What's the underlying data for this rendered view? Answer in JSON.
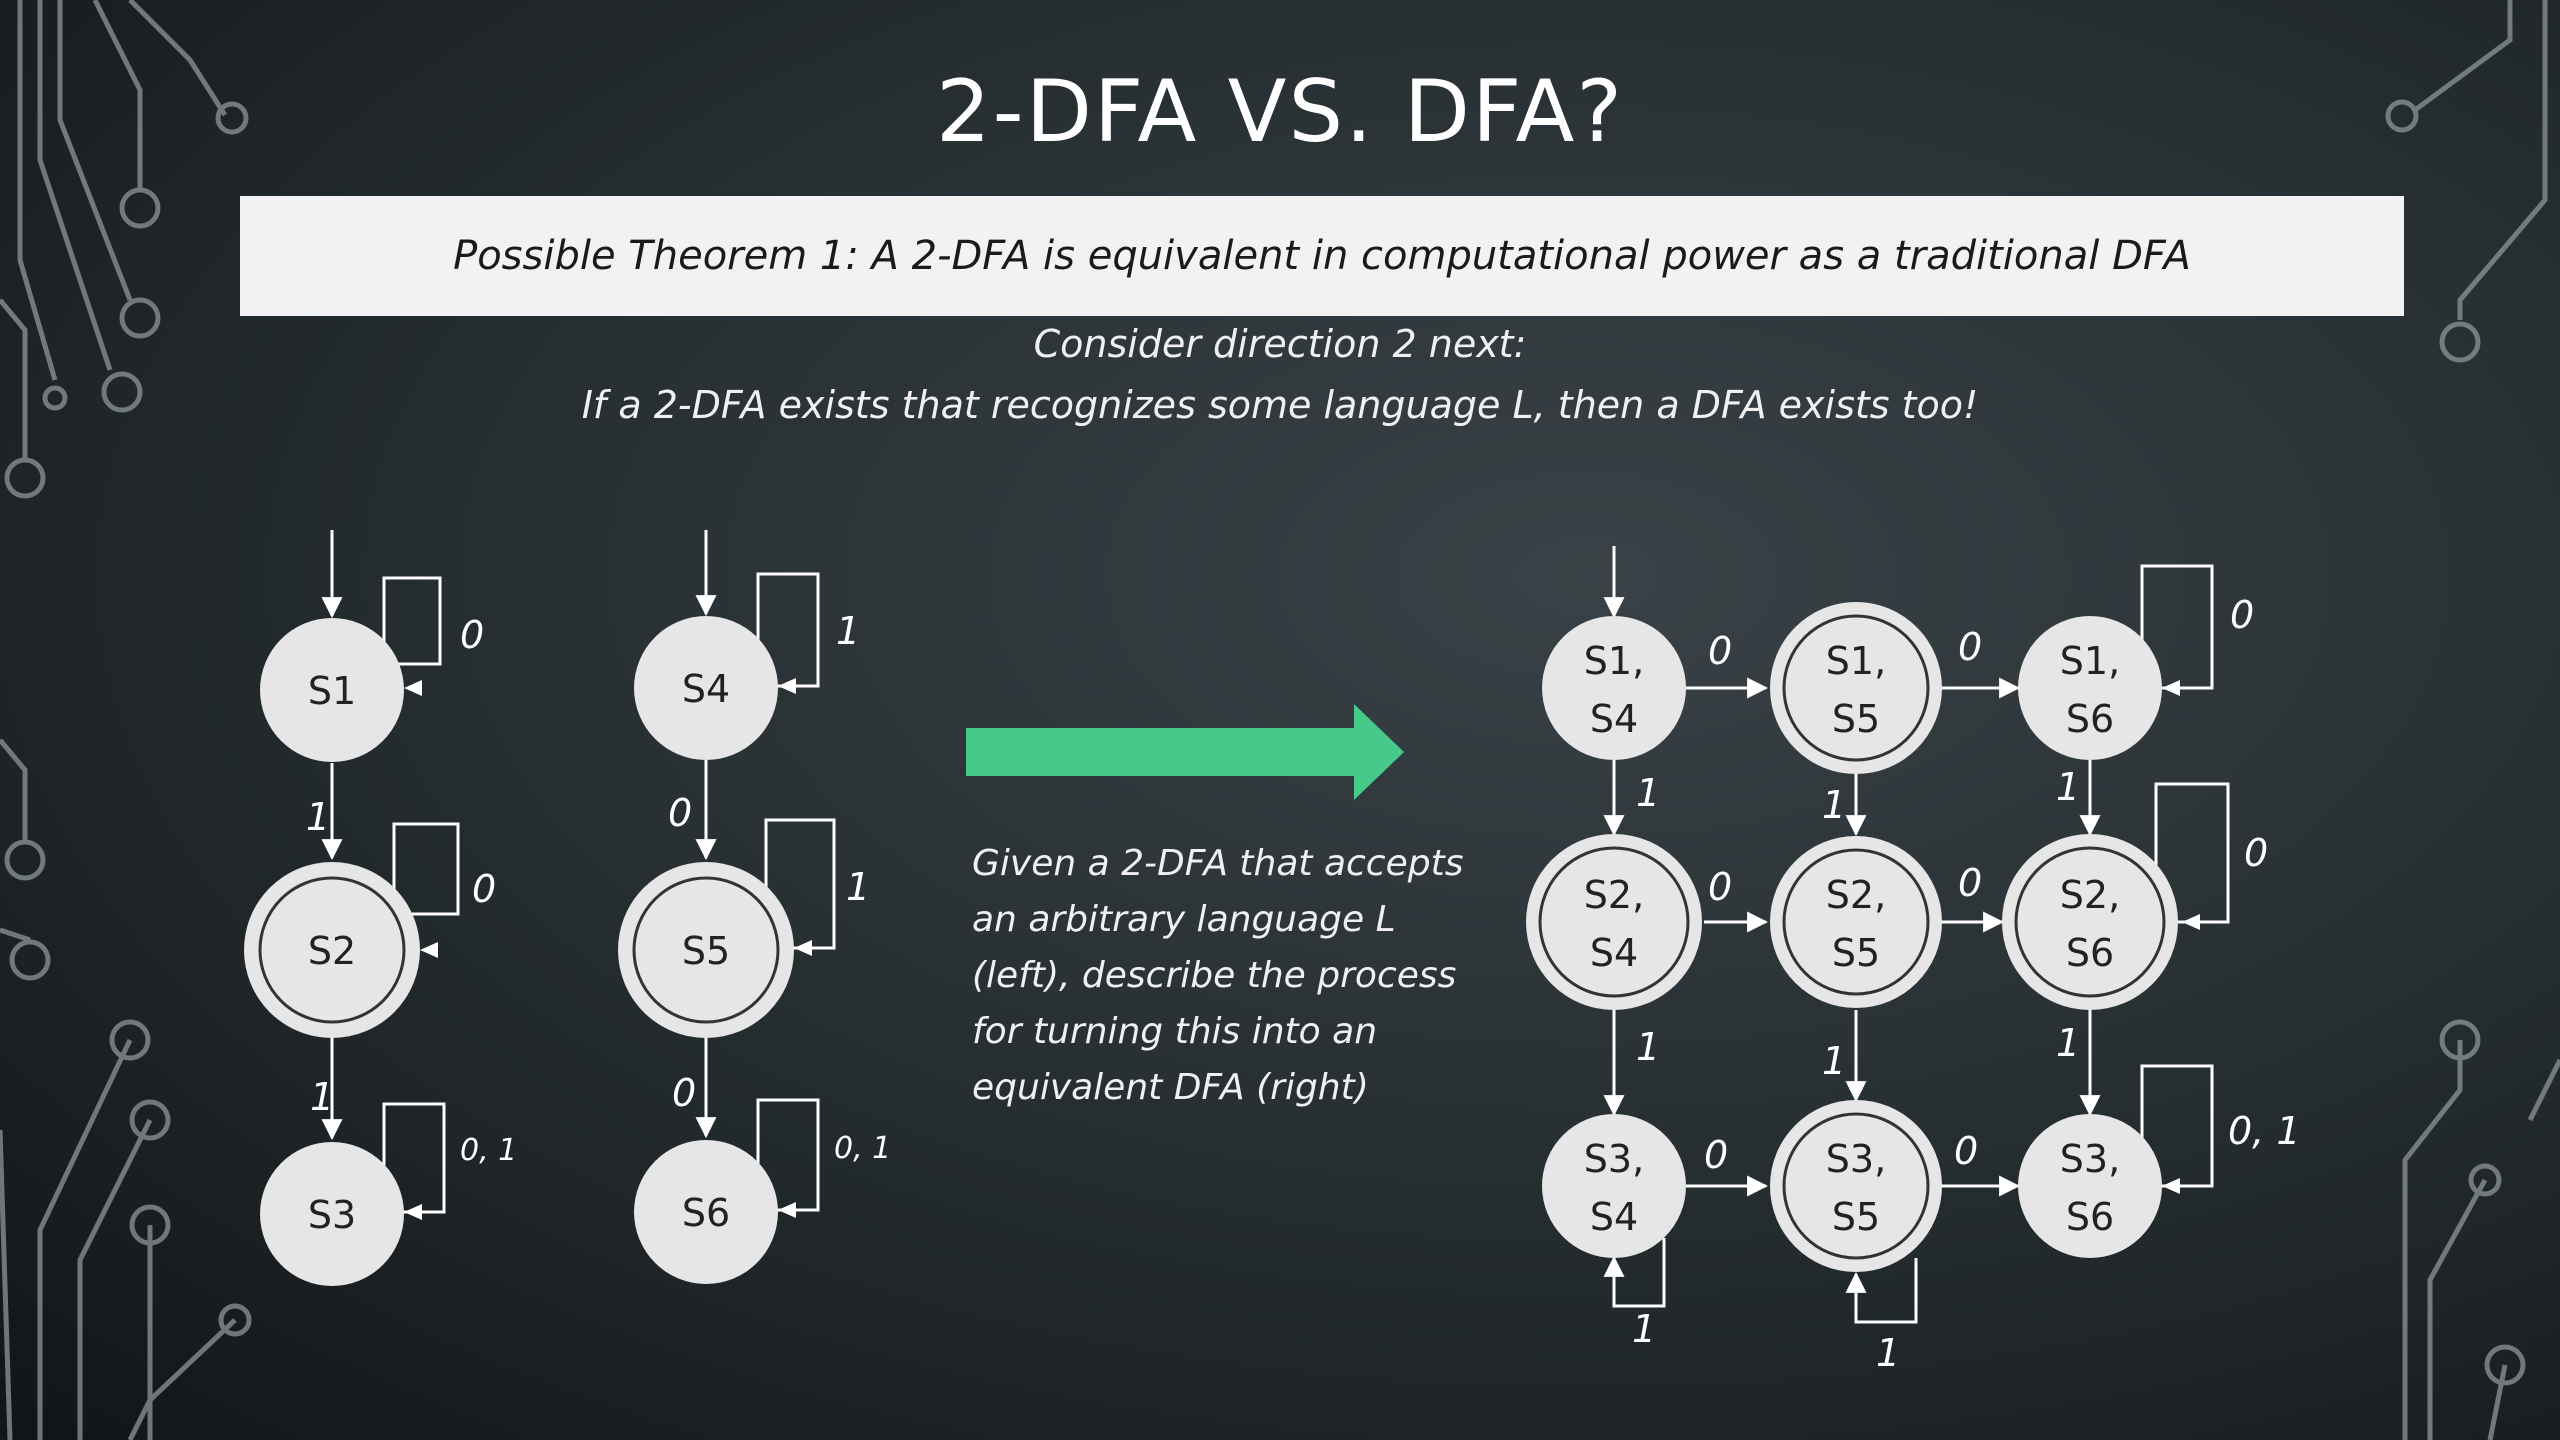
{
  "slide": {
    "title": "2-DFA VS. DFA?",
    "theorem": "Possible Theorem 1: A 2-DFA is equivalent in computational power as a traditional DFA",
    "direction_line1": "Consider direction 2 next:",
    "direction_line2": "If a 2-DFA exists that recognizes some language L, then a DFA exists too!",
    "description_lines": [
      "Given a 2-DFA that accepts",
      "an arbitrary language L",
      "(left), describe the process",
      "for turning this into an",
      "equivalent DFA (right)"
    ]
  },
  "colors": {
    "state_fill": "#e6e6e6",
    "state_text": "#222222",
    "edge": "#ffffff",
    "arrow": "#47c98a",
    "banner": "#f2f2f2"
  },
  "left_dfa_1": {
    "states": [
      {
        "id": "S1",
        "label": "S1",
        "accepting": false,
        "start": true
      },
      {
        "id": "S2",
        "label": "S2",
        "accepting": true,
        "start": false
      },
      {
        "id": "S3",
        "label": "S3",
        "accepting": false,
        "start": false
      }
    ],
    "transitions": [
      {
        "from": "S1",
        "to": "S1",
        "label": "0"
      },
      {
        "from": "S1",
        "to": "S2",
        "label": "1"
      },
      {
        "from": "S2",
        "to": "S2",
        "label": "0"
      },
      {
        "from": "S2",
        "to": "S3",
        "label": "1"
      },
      {
        "from": "S3",
        "to": "S3",
        "label": "0, 1"
      }
    ]
  },
  "left_dfa_2": {
    "states": [
      {
        "id": "S4",
        "label": "S4",
        "accepting": false,
        "start": true
      },
      {
        "id": "S5",
        "label": "S5",
        "accepting": true,
        "start": false
      },
      {
        "id": "S6",
        "label": "S6",
        "accepting": false,
        "start": false
      }
    ],
    "transitions": [
      {
        "from": "S4",
        "to": "S4",
        "label": "1"
      },
      {
        "from": "S4",
        "to": "S5",
        "label": "0"
      },
      {
        "from": "S5",
        "to": "S5",
        "label": "1"
      },
      {
        "from": "S5",
        "to": "S6",
        "label": "0"
      },
      {
        "from": "S6",
        "to": "S6",
        "label": "0, 1"
      }
    ]
  },
  "product_dfa": {
    "states": [
      {
        "id": "S1S4",
        "line1": "S1,",
        "line2": "S4",
        "accepting": false,
        "start": true
      },
      {
        "id": "S1S5",
        "line1": "S1,",
        "line2": "S5",
        "accepting": true,
        "start": false
      },
      {
        "id": "S1S6",
        "line1": "S1,",
        "line2": "S6",
        "accepting": false,
        "start": false
      },
      {
        "id": "S2S4",
        "line1": "S2,",
        "line2": "S4",
        "accepting": true,
        "start": false
      },
      {
        "id": "S2S5",
        "line1": "S2,",
        "line2": "S5",
        "accepting": true,
        "start": false
      },
      {
        "id": "S2S6",
        "line1": "S2,",
        "line2": "S6",
        "accepting": true,
        "start": false
      },
      {
        "id": "S3S4",
        "line1": "S3,",
        "line2": "S4",
        "accepting": false,
        "start": false
      },
      {
        "id": "S3S5",
        "line1": "S3,",
        "line2": "S5",
        "accepting": true,
        "start": false
      },
      {
        "id": "S3S6",
        "line1": "S3,",
        "line2": "S6",
        "accepting": false,
        "start": false
      }
    ],
    "transitions": [
      {
        "from": "S1S4",
        "to": "S1S5",
        "label": "0"
      },
      {
        "from": "S1S5",
        "to": "S1S6",
        "label": "0"
      },
      {
        "from": "S1S6",
        "to": "S1S6",
        "label": "0"
      },
      {
        "from": "S2S4",
        "to": "S2S5",
        "label": "0"
      },
      {
        "from": "S2S5",
        "to": "S2S6",
        "label": "0"
      },
      {
        "from": "S2S6",
        "to": "S2S6",
        "label": "0"
      },
      {
        "from": "S3S4",
        "to": "S3S5",
        "label": "0"
      },
      {
        "from": "S3S5",
        "to": "S3S6",
        "label": "0"
      },
      {
        "from": "S3S6",
        "to": "S3S6",
        "label": "0, 1"
      },
      {
        "from": "S1S4",
        "to": "S2S4",
        "label": "1"
      },
      {
        "from": "S1S5",
        "to": "S2S5",
        "label": "1"
      },
      {
        "from": "S1S6",
        "to": "S2S6",
        "label": "1"
      },
      {
        "from": "S2S4",
        "to": "S3S4",
        "label": "1"
      },
      {
        "from": "S2S5",
        "to": "S3S5",
        "label": "1"
      },
      {
        "from": "S2S6",
        "to": "S3S6",
        "label": "1"
      },
      {
        "from": "S3S4",
        "to": "S3S4",
        "label": "1"
      },
      {
        "from": "S3S5",
        "to": "S3S5",
        "label": "1"
      }
    ]
  }
}
